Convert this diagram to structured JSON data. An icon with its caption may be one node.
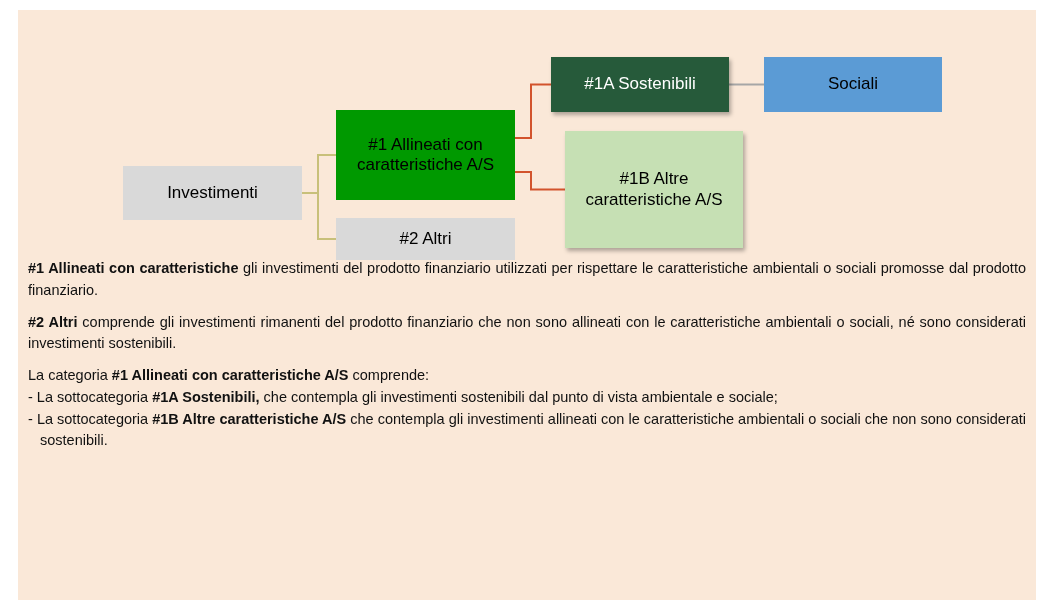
{
  "diagram": {
    "nodes": [
      {
        "text": [
          "Investimenti"
        ]
      },
      {
        "text": [
          "#1 Allineati con caratteristiche A/S"
        ]
      },
      {
        "text": [
          "#2 Altri"
        ]
      },
      {
        "text": [
          "#1A Sostenibili"
        ]
      },
      {
        "text": [
          "Sociali"
        ]
      },
      {
        "text": [
          "#1B Altre caratteristiche A/S"
        ]
      }
    ],
    "edges": [
      {
        "from": 0,
        "to": 1,
        "arrow": "none",
        "color": "#c8c07a"
      },
      {
        "from": 0,
        "to": 2,
        "arrow": "none",
        "color": "#c8c07a"
      },
      {
        "from": 1,
        "to": 3,
        "arrow": "none",
        "color": "#d2532c"
      },
      {
        "from": 1,
        "to": 5,
        "arrow": "none",
        "color": "#d2532c"
      },
      {
        "from": 3,
        "to": 4,
        "arrow": "none",
        "color": "#a6a6a6"
      }
    ],
    "labels": [
      "**#1 Allineati con caratteristiche** gli investimenti del prodotto finanziario utilizzati per rispettare le caratteristiche ambientali o sociali promosse dal prodotto finanziario.",
      "**#2 Altri** comprende gli investimenti rimanenti del prodotto finanziario che non sono allineati con le caratteristiche ambientali o sociali, né sono considerati investimenti sostenibili.",
      "La categoria **#1 Allineati con caratteristiche A/S** comprende:",
      "- La sottocategoria **#1A Sostenibili,** che contempla gli investimenti sostenibili dal punto di vista ambientale e sociale;",
      "- La sottocategoria **#1B Altre caratteristiche A/S** che contempla gli investimenti allineati con le caratteristiche ambientali o sociali che non sono considerati sostenibili."
    ]
  }
}
